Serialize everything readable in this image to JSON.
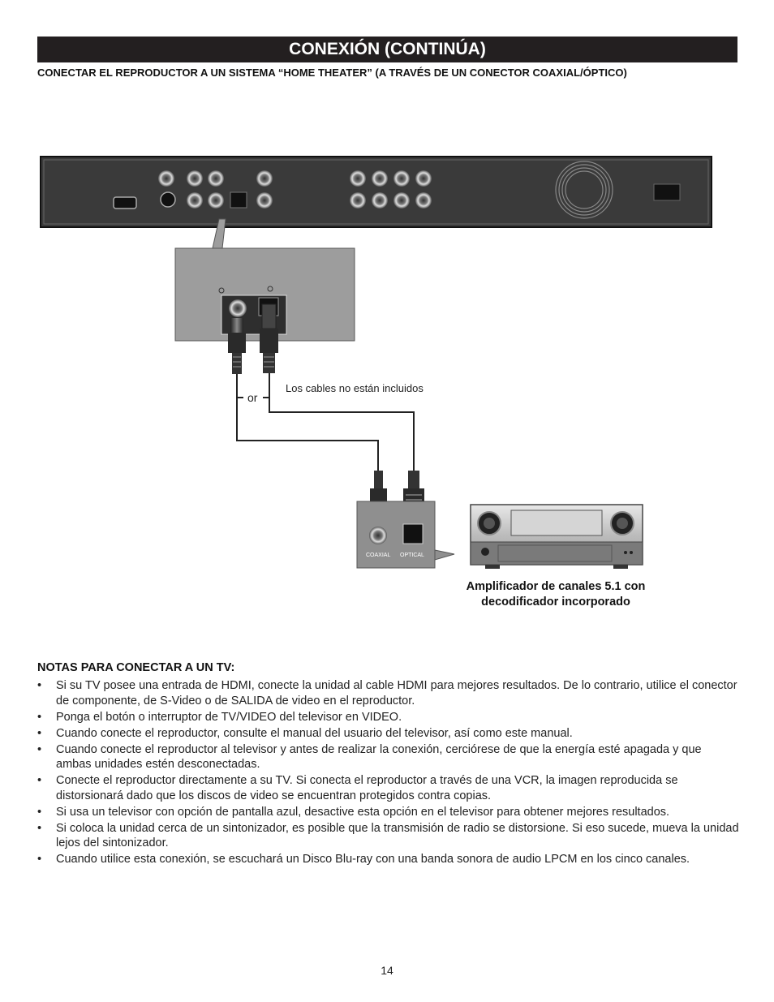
{
  "header": {
    "title": "CONEXIÓN (CONTINÚA)"
  },
  "subtitle": "CONECTAR EL REPRODUCTOR A UN SISTEMA “HOME THEATER” (A TRAVÉS DE UN CONECTOR COAXIAL/ÓPTICO)",
  "diagram": {
    "cables_caption": "Los cables no están incluidos",
    "or_label": "or",
    "coaxial_label": "COAXIAL",
    "optical_label": "OPTICAL",
    "amplifier_caption_line1": "Amplificador de canales 5.1 con",
    "amplifier_caption_line2": "decodificador incorporado"
  },
  "notes": {
    "title": "NOTAS PARA CONECTAR A UN TV:",
    "items": [
      "Si su TV posee una entrada de HDMI, conecte la unidad al cable HDMI para mejores resultados. De lo contrario, utilice el conector de componente, de S-Video o de SALIDA de video en el reproductor.",
      "Ponga el botón o interruptor de TV/VIDEO del televisor en VIDEO.",
      "Cuando conecte el reproductor, consulte el manual del usuario del televisor, así como este manual.",
      "Cuando conecte el reproductor al televisor y antes de realizar la conexión, cerciórese de que la energía esté apagada y que ambas unidades estén desconectadas.",
      "Conecte el reproductor directamente a su TV. Si conecta el reproductor a través de una VCR, la imagen reproducida se distorsionará dado que los discos de video se encuentran protegidos contra copias.",
      "Si usa un televisor con opción de pantalla azul, desactive esta opción en el televisor para obtener mejores resultados.",
      "Si coloca la unidad cerca de un sintonizador, es posible que la transmisión de radio se distorsione. Si eso sucede, mueva la unidad lejos del sintonizador.",
      "Cuando utilice esta conexión, se escuchará un Disco Blu-ray con una banda sonora de audio LPCM en los cinco canales."
    ]
  },
  "page_number": "14"
}
